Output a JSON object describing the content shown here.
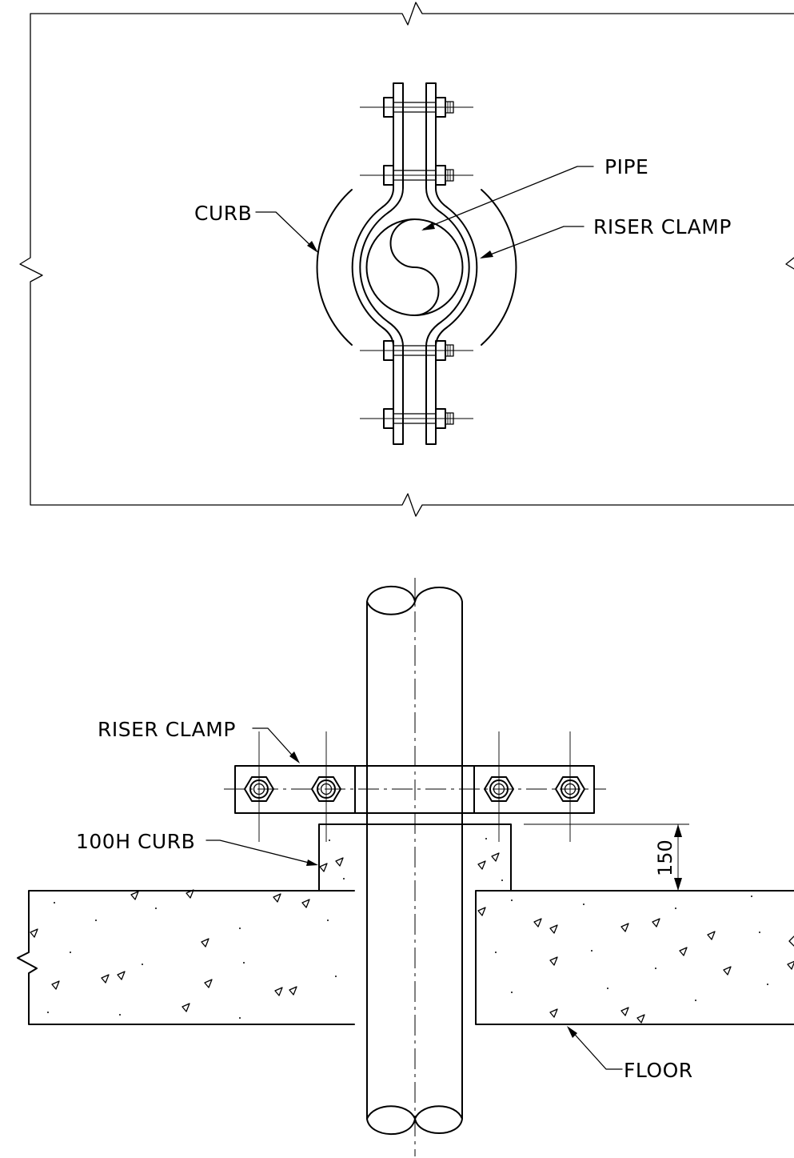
{
  "plan_view": {
    "labels": {
      "curb": "CURB",
      "pipe": "PIPE",
      "riser_clamp": "RISER CLAMP"
    }
  },
  "section_view": {
    "labels": {
      "riser_clamp": "RISER CLAMP",
      "curb": "100H CURB",
      "floor": "FLOOR"
    },
    "dimension": "150"
  }
}
